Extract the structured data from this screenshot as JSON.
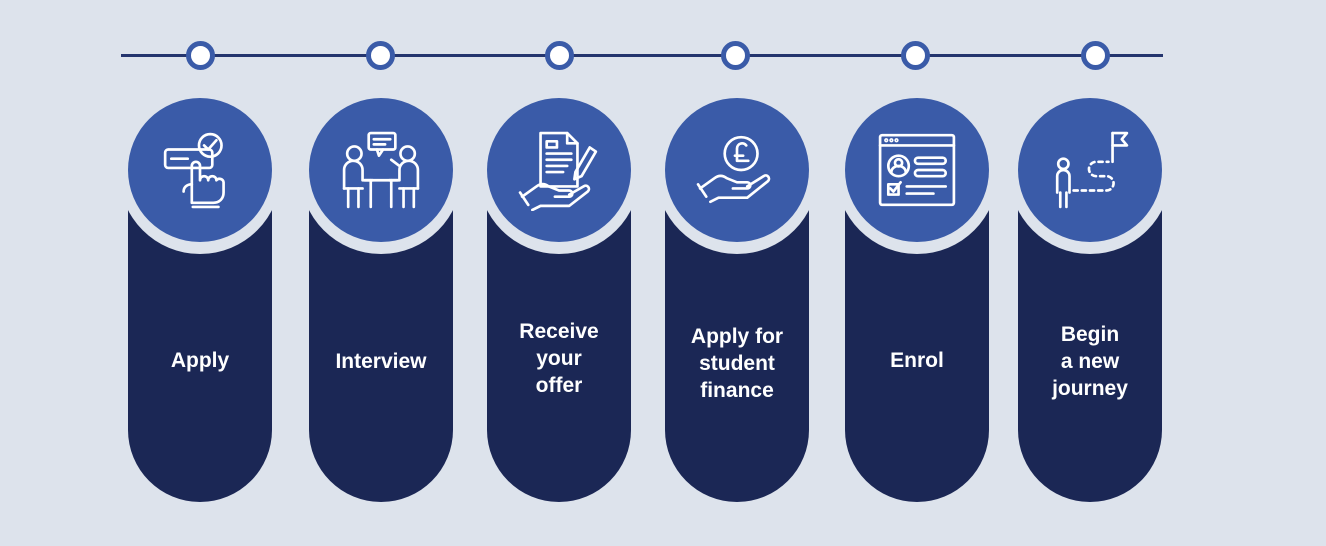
{
  "colors": {
    "background": "#dde3ec",
    "timeline": "#24356e",
    "icon_circle": "#3a5ba8",
    "pill": "#1b2755",
    "text": "#ffffff"
  },
  "steps": [
    {
      "label": "Apply",
      "icon": "checkbox-hand-click-icon"
    },
    {
      "label": "Interview",
      "icon": "interview-meeting-icon"
    },
    {
      "label": "Receive\nyour\noffer",
      "icon": "document-hand-pen-icon"
    },
    {
      "label": "Apply for\nstudent\nfinance",
      "icon": "pound-coin-hand-icon"
    },
    {
      "label": "Enrol",
      "icon": "enrolment-form-icon"
    },
    {
      "label": "Begin\na new\njourney",
      "icon": "person-path-flag-icon"
    }
  ]
}
